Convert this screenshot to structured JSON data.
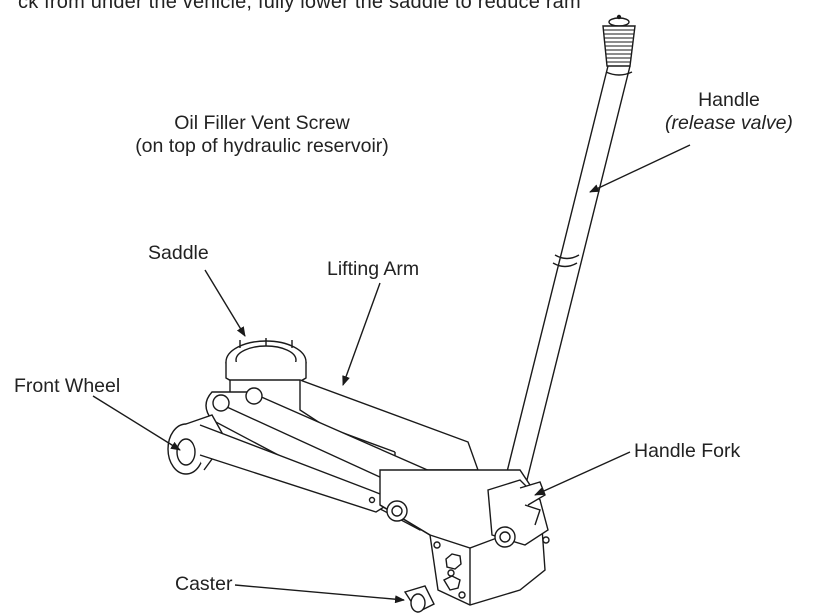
{
  "header": {
    "text": "ck from under the vehicle, fully lower the saddle to reduce ram"
  },
  "labels": {
    "oil_filler_line1": "Oil Filler Vent Screw",
    "oil_filler_line2": "(on top of hydraulic reservoir)",
    "handle": "Handle",
    "release_valve": "(release valve)",
    "saddle": "Saddle",
    "lifting_arm": "Lifting Arm",
    "front_wheel": "Front Wheel",
    "handle_fork": "Handle Fork",
    "caster": "Caster"
  },
  "colors": {
    "line": "#1a1a1a",
    "text": "#222222",
    "background": "#ffffff"
  }
}
